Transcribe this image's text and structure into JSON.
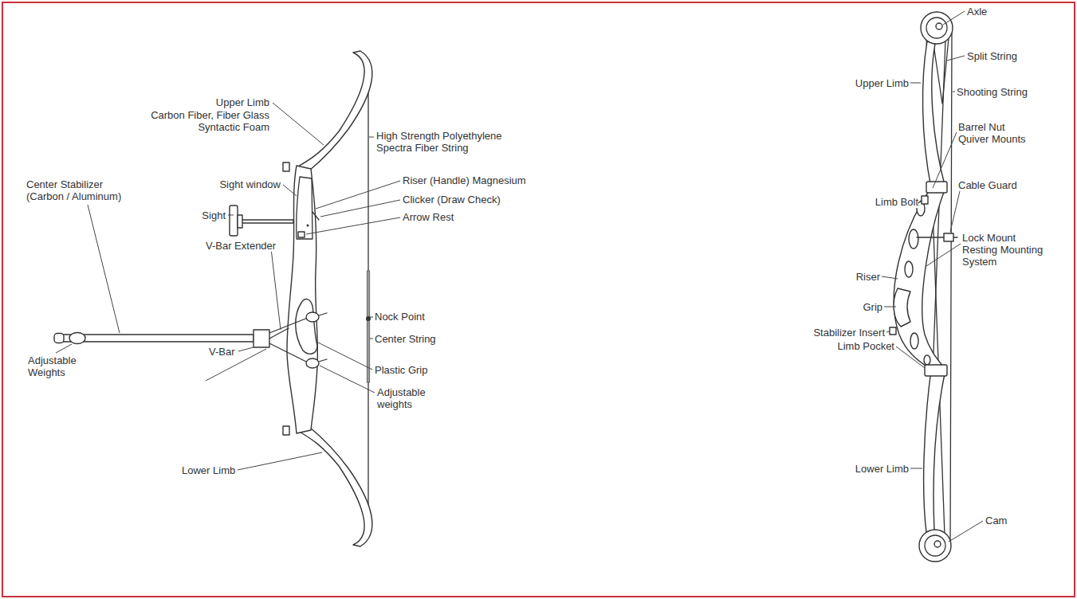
{
  "diagram": {
    "labels": [
      "Upper Limb",
      "Carbon Fiber, Fiber Glass Syntactic Foam",
      "High Strength Polyethylene Spectra Fiber String",
      "Riser (Handle) Magnesium",
      "Sight window",
      "Clicker (Draw Check)",
      "Sight",
      "Center Stabilizer (Carbon / Aluminum)",
      "Arrow Rest",
      "V-Bar Extender",
      "Nock Point",
      "Center String",
      "V-Bar",
      "Adjustable Weights",
      "Plastic Grip",
      "Adjustable weights",
      "Lower Limb",
      "Axle",
      "Split String",
      "Upper Limb",
      "Shooting String",
      "Barrel Nut Quiver Mounts",
      "Cable Guard",
      "Limb Bolt",
      "Lock Mount Resting Mounting System",
      "Riser",
      "Grip",
      "Stabilizer Insert",
      "Limb Pocket",
      "Lower Limb",
      "Cam"
    ]
  }
}
